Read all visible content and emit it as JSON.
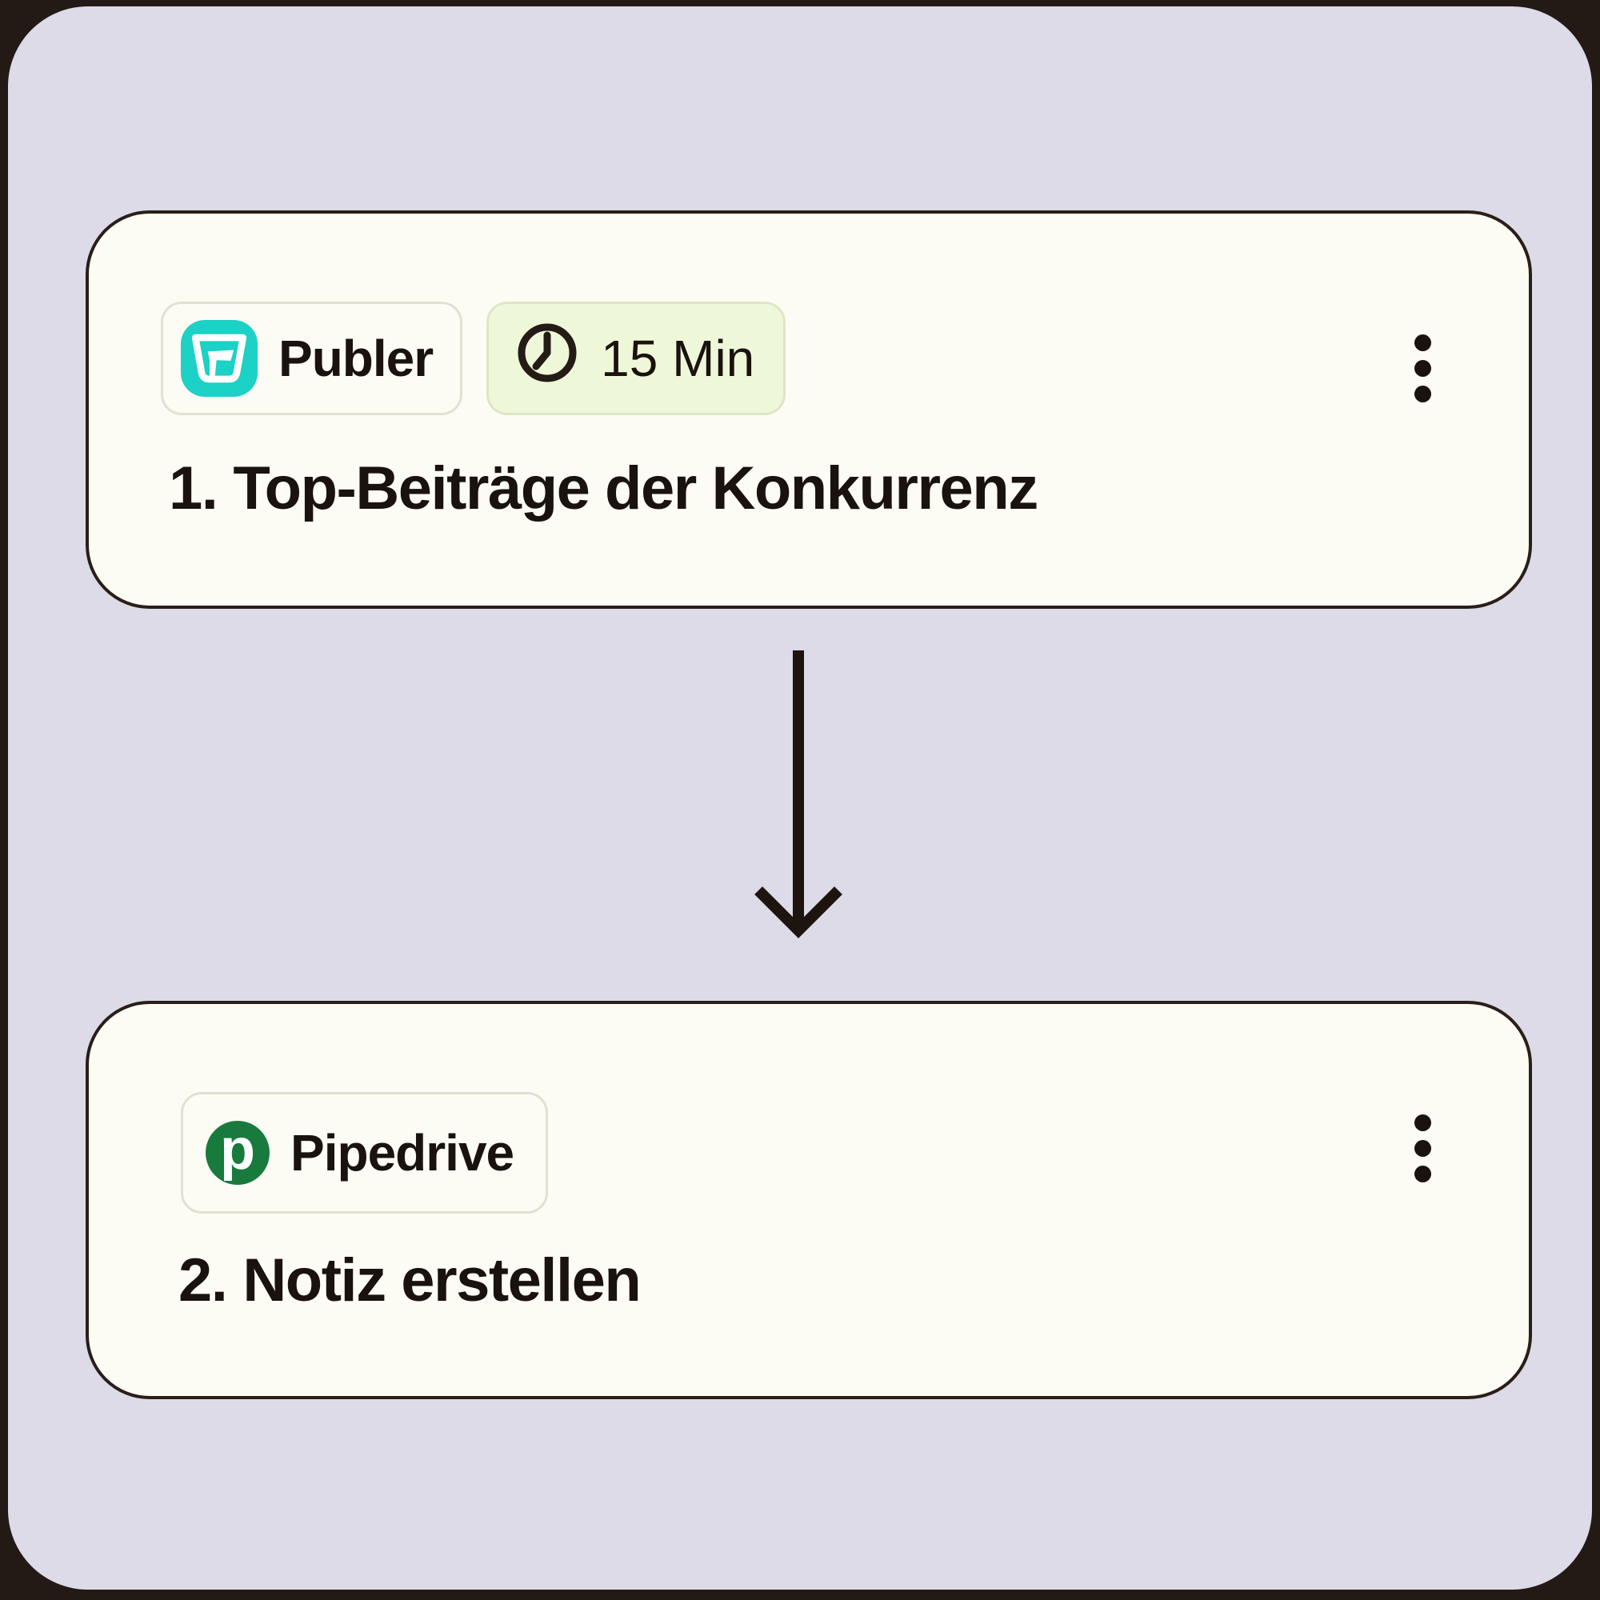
{
  "colors": {
    "frame": "#231a15",
    "panel_bg": "#dcdbe7",
    "card_bg": "#fdfcf4",
    "card_border": "#2a1e18",
    "text": "#1a120e",
    "publer_teal": "#1cd1c6",
    "duration_bg": "#eef8d9",
    "pipedrive_green": "#187a3c"
  },
  "steps": [
    {
      "app_label": "Publer",
      "app_icon": "publer-icon",
      "duration_label": "15 Min",
      "duration_icon": "clock-icon",
      "number": "1.",
      "title": "Top-Beiträge der Konkurrenz",
      "menu_icon": "kebab-menu-icon"
    },
    {
      "app_label": "Pipedrive",
      "app_icon": "pipedrive-icon",
      "number": "2.",
      "title": "Notiz erstellen",
      "menu_icon": "kebab-menu-icon"
    }
  ],
  "pipedrive_glyph": "p",
  "connector_icon": "arrow-down-icon"
}
